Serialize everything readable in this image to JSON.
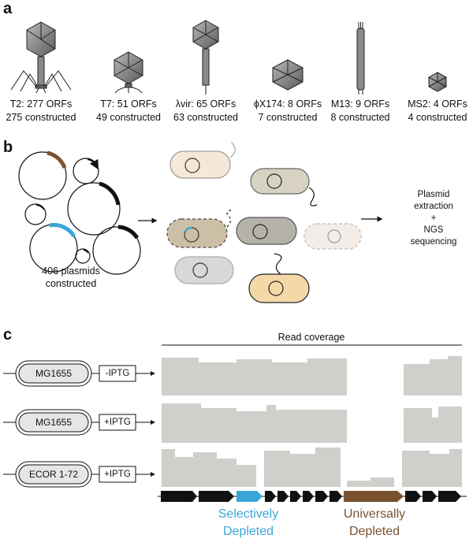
{
  "panels": {
    "a": "a",
    "b": "b",
    "c": "c"
  },
  "phages": [
    {
      "orfs": "T2: 277 ORFs",
      "constructed": "275 constructed"
    },
    {
      "orfs": "T7: 51 ORFs",
      "constructed": "49 constructed"
    },
    {
      "orfs": "λvir: 65 ORFs",
      "constructed": "63 constructed"
    },
    {
      "orfs": "ϕX174: 8 ORFs",
      "constructed": "7 constructed"
    },
    {
      "orfs": "M13: 9 ORFs",
      "constructed": "8 constructed"
    },
    {
      "orfs": "MS2: 4 ORFs",
      "constructed": "4 constructed"
    }
  ],
  "panel_b": {
    "plasmids_line1": "406 plasmids",
    "plasmids_line2": "constructed",
    "step_line1": "Plasmid",
    "step_line2": "extraction",
    "step_line3": "+",
    "step_line4": "NGS",
    "step_line5": "sequencing"
  },
  "panel_c": {
    "read_coverage": "Read coverage",
    "rows": [
      {
        "strain": "MG1655",
        "condition": "-IPTG"
      },
      {
        "strain": "MG1655",
        "condition": "+IPTG"
      },
      {
        "strain": "ECOR 1-72",
        "condition": "+IPTG"
      }
    ],
    "selective_line1": "Selectively",
    "selective_line2": "Depleted",
    "universal_line1": "Universally",
    "universal_line2": "Depleted"
  },
  "colors": {
    "coverage": "#cfcfcc",
    "selective": "#3aa6d8",
    "universal": "#7a5230",
    "gene": "#111111",
    "phage_head": "#7a7a7a",
    "cell_fills": [
      "#f6e8d8",
      "#d8d2c2",
      "#cdbfa5",
      "#b5b2aa",
      "#f4ece6",
      "#d9d8d6",
      "#f5d8a8"
    ]
  }
}
